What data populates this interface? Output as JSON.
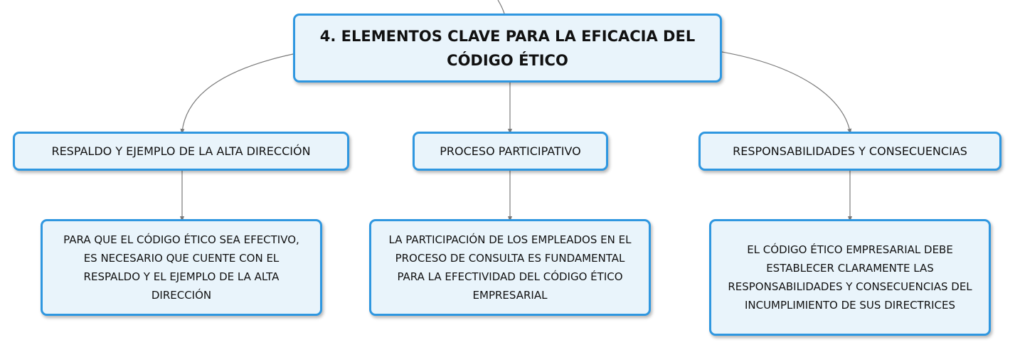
{
  "diagram": {
    "root": {
      "title_line1": "4. ELEMENTOS CLAVE PARA LA EFICACIA DEL",
      "title_line2": "CÓDIGO ÉTICO"
    },
    "branches": [
      {
        "label": "RESPALDO Y EJEMPLO DE LA ALTA DIRECCIÓN",
        "detail_lines": [
          "PARA QUE EL CÓDIGO ÉTICO SEA EFECTIVO,",
          "ES NECESARIO QUE CUENTE CON EL",
          "RESPALDO Y EL EJEMPLO DE LA ALTA",
          "DIRECCIÓN"
        ]
      },
      {
        "label": "PROCESO PARTICIPATIVO",
        "detail_lines": [
          "LA PARTICIPACIÓN DE LOS EMPLEADOS EN EL",
          "PROCESO DE CONSULTA ES FUNDAMENTAL",
          "PARA LA EFECTIVIDAD DEL CÓDIGO ÉTICO",
          "EMPRESARIAL"
        ]
      },
      {
        "label": "RESPONSABILIDADES Y CONSECUENCIAS",
        "detail_lines": [
          "EL CÓDIGO ÉTICO EMPRESARIAL DEBE",
          "ESTABLECER CLARAMENTE LAS",
          "RESPONSABILIDADES Y CONSECUENCIAS DEL",
          "INCUMPLIMIENTO DE SUS DIRECTRICES"
        ]
      }
    ],
    "colors": {
      "node_border": "#2f97e0",
      "node_fill": "#e9f4fb",
      "connector": "#7a7a7a"
    }
  }
}
